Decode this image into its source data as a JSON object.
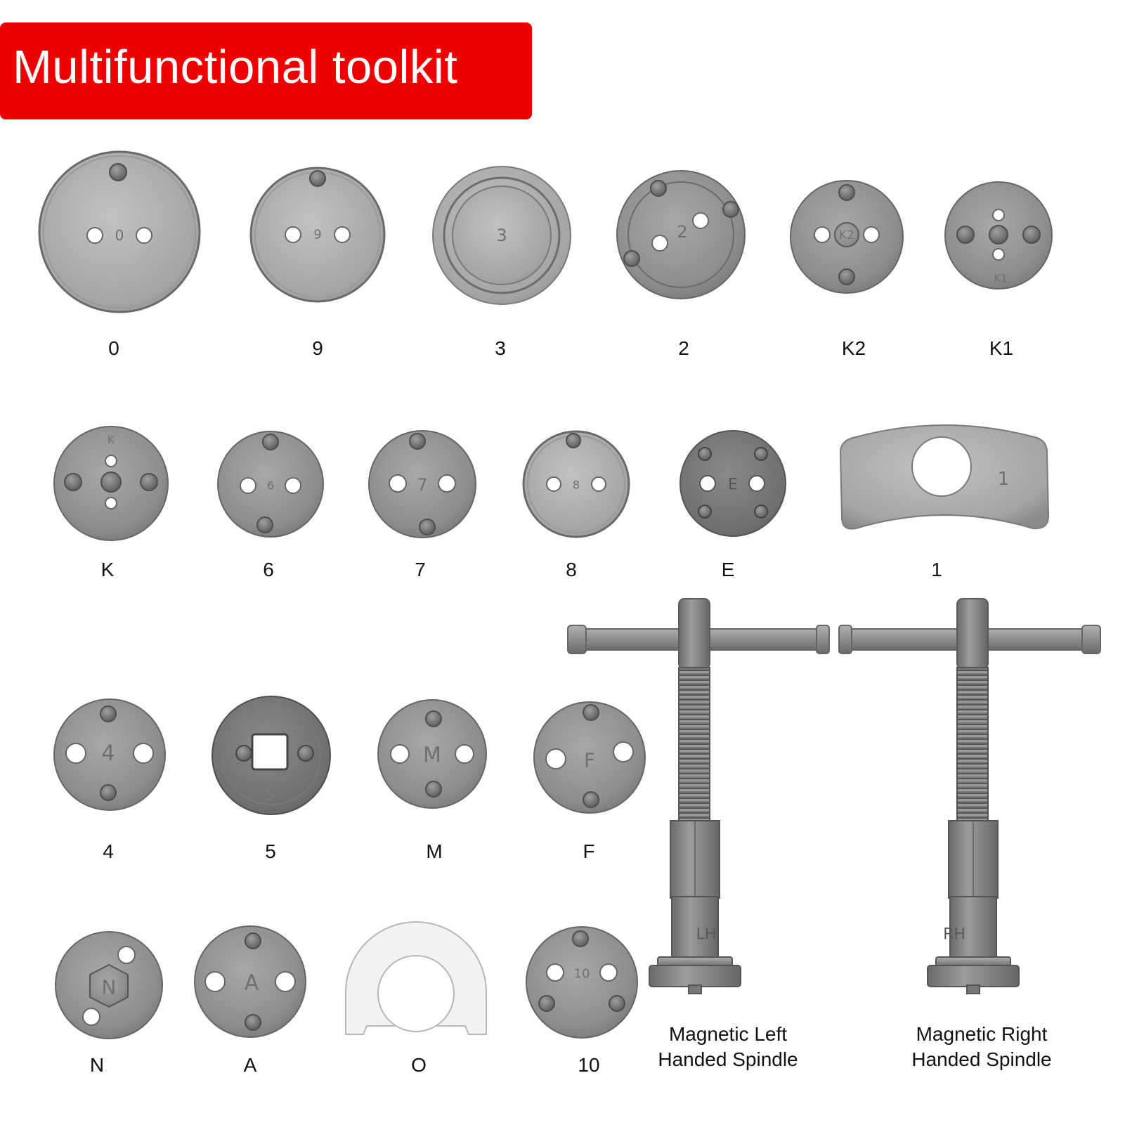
{
  "banner": {
    "title": "Multifunctional toolkit",
    "color": "#ee0000"
  },
  "palette": {
    "metal": "#8c8c8c",
    "metal_dark": "#5e5e5e",
    "metal_light": "#a9a9a9",
    "hole": "#ffffff"
  },
  "row1": [
    {
      "label": "0",
      "stamp": "0"
    },
    {
      "label": "9",
      "stamp": "9"
    },
    {
      "label": "3",
      "stamp": "3"
    },
    {
      "label": "2",
      "stamp": "2"
    },
    {
      "label": "K2",
      "stamp": "K2"
    },
    {
      "label": "K1",
      "stamp": "K1"
    }
  ],
  "row2": [
    {
      "label": "K",
      "stamp": "K"
    },
    {
      "label": "6",
      "stamp": "6"
    },
    {
      "label": "7",
      "stamp": "7"
    },
    {
      "label": "8",
      "stamp": "8"
    },
    {
      "label": "E",
      "stamp": "E"
    },
    {
      "label": "1",
      "stamp": "1"
    }
  ],
  "row3": [
    {
      "label": "4",
      "stamp": "4"
    },
    {
      "label": "5",
      "stamp": "5"
    },
    {
      "label": "M",
      "stamp": "M"
    },
    {
      "label": "F",
      "stamp": "F"
    }
  ],
  "row4": [
    {
      "label": "N",
      "stamp": "N"
    },
    {
      "label": "A",
      "stamp": "A"
    },
    {
      "label": "O"
    },
    {
      "label": "10",
      "stamp": "10"
    }
  ],
  "spindles": {
    "left": {
      "line1": "Magnetic Left",
      "line2": "Handed Spindle",
      "stamp": "LH"
    },
    "right": {
      "line1": "Magnetic Right",
      "line2": "Handed Spindle",
      "stamp": "RH"
    }
  }
}
